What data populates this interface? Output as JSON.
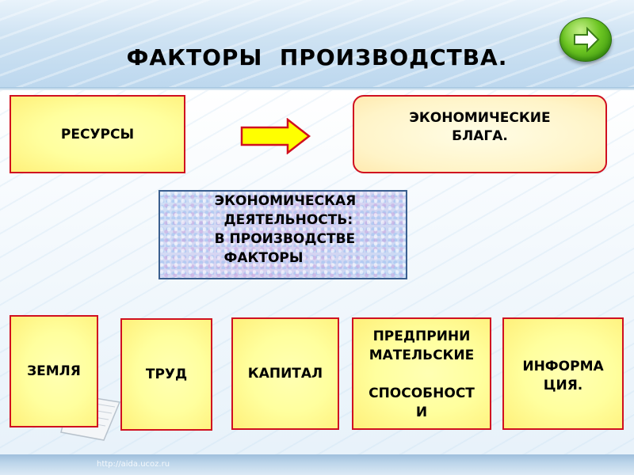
{
  "title": "ФАКТОРЫ  ПРОИЗВОДСТВА.",
  "resources": "РЕСУРСЫ",
  "goods": "ЭКОНОМИЧЕСКИЕ\nБЛАГА.",
  "activity": " ЭКОНОМИЧЕСКАЯ\n   ДЕЯТЕЛЬНОСТЬ:\n В ПРОИЗВОДСТВЕ\n   ФАКТОРЫ",
  "factors": [
    "ЗЕМЛЯ",
    "ТРУД",
    "КАПИТАЛ",
    "ПРЕДПРИНИ\nМАТЕЛЬСКИЕ\n\nСПОСОБНОСТ\nИ",
    "ИНФОРМА\nЦИЯ."
  ],
  "footer_url": "http://aida.ucoz.ru",
  "colors": {
    "box_border": "#d01020",
    "box_fill": "#ffff9e",
    "arrow_fill": "#ffff00",
    "next_button": "#6cc522"
  },
  "icons": {
    "next": "arrow-right-icon",
    "paper": "paper-sheet-icon"
  }
}
